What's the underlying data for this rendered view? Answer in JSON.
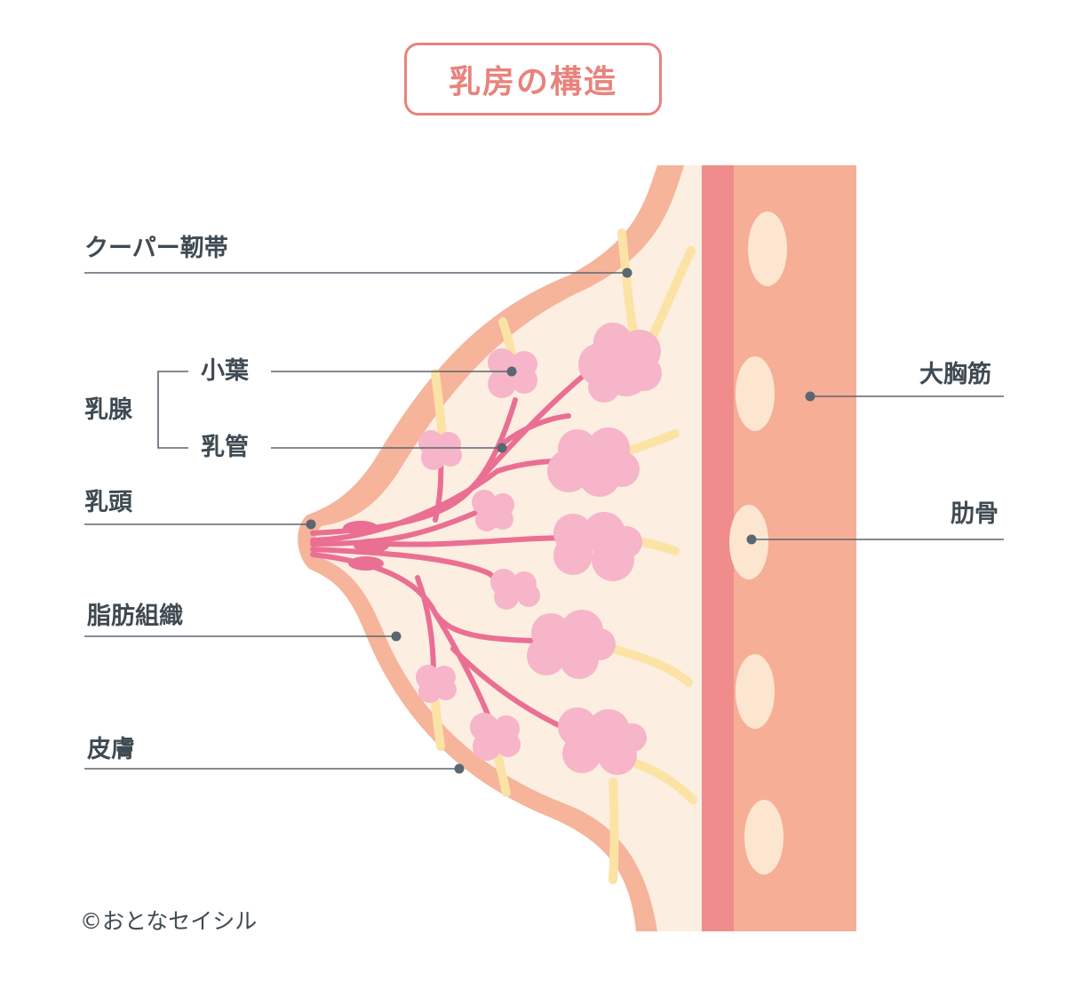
{
  "title": "乳房の構造",
  "labels": {
    "cooper": "クーパー靭帯",
    "mammary_gland": "乳腺",
    "lobule": "小葉",
    "duct": "乳管",
    "nipple": "乳頭",
    "fat": "脂肪組織",
    "skin": "皮膚",
    "pectoralis": "大胸筋",
    "rib": "肋骨"
  },
  "copyright": "©おとなセイシル",
  "colors": {
    "title": "#e8837c",
    "skin": "#f6b49b",
    "fat": "#fdeee2",
    "ligament": "#fbe3a5",
    "lobule": "#f6b5c8",
    "duct": "#ea6f93",
    "muscle_dark": "#f08c8c",
    "muscle": "#f6ae96",
    "rib": "#fce6d0",
    "leader": "#5a6670",
    "text": "#3f4a52"
  }
}
